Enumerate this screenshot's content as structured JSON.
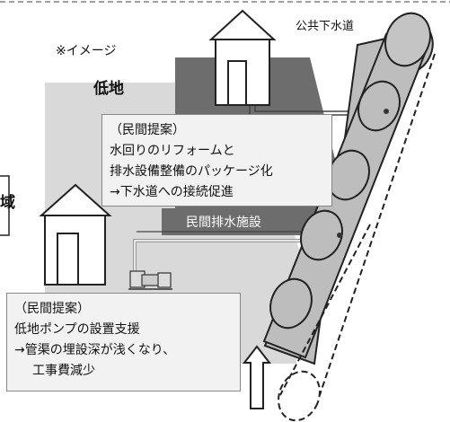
{
  "labels": {
    "image_note": "※イメージ",
    "lowland": "低地",
    "public_sewer": "公共下水道",
    "private_drainage": "民間排水施設",
    "side_fragment": "域"
  },
  "proposal_1": {
    "heading": "（民間提案）",
    "line1": "水回りのリフォームと",
    "line2": "排水設備整備のパッケージ化",
    "line3": "→下水道への接続促進"
  },
  "proposal_2": {
    "heading": "（民間提案）",
    "line1": "低地ポンプの設置支援",
    "line2": "→管渠の埋設深が浅くなり、",
    "line3": "工事費減少"
  },
  "colors": {
    "dark_block": "#6d6d6d",
    "light_block": "#d9d9d9",
    "pipe": "#bdbdbd",
    "box_bg": "#f2f2f2"
  }
}
